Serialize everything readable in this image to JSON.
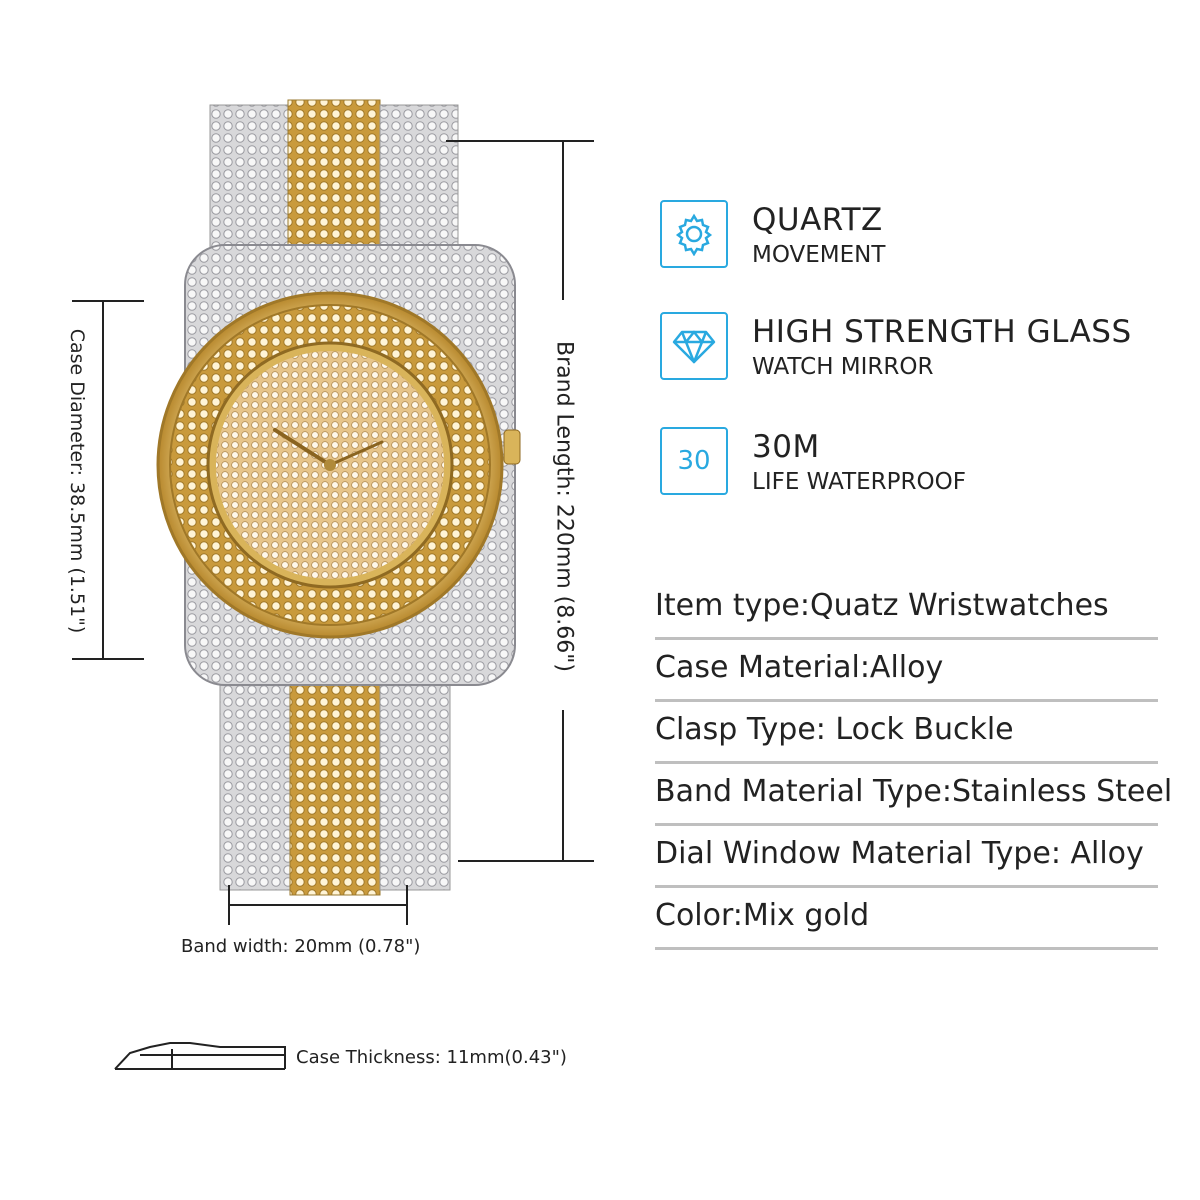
{
  "dimensions": {
    "case_diameter": "Case Diameter: 38.5mm (1.51\")",
    "brand_length": "Brand Length: 220mm (8.66\")",
    "band_width": "Band width: 20mm (0.78\")",
    "case_thickness": "Case Thickness: 11mm(0.43\")"
  },
  "features": [
    {
      "icon": "gear-icon",
      "title": "QUARTZ",
      "subtitle": "MOVEMENT"
    },
    {
      "icon": "diamond-icon",
      "title": "HIGH STRENGTH GLASS",
      "subtitle": "WATCH MIRROR"
    },
    {
      "icon": "30",
      "title": "30M",
      "subtitle": "LIFE WATERPROOF"
    }
  ],
  "specs": [
    "Item type:Quatz Wristwatches",
    "Case Material:Alloy",
    "Clasp Type: Lock Buckle",
    "Band Material Type:Stainless Steel",
    "Dial Window Material Type: Alloy",
    "Color:Mix gold"
  ],
  "colors": {
    "accent": "#29a9e0",
    "gold": "#d9b45a",
    "silver": "#c8c8cc",
    "rule": "#bfbfbf"
  }
}
